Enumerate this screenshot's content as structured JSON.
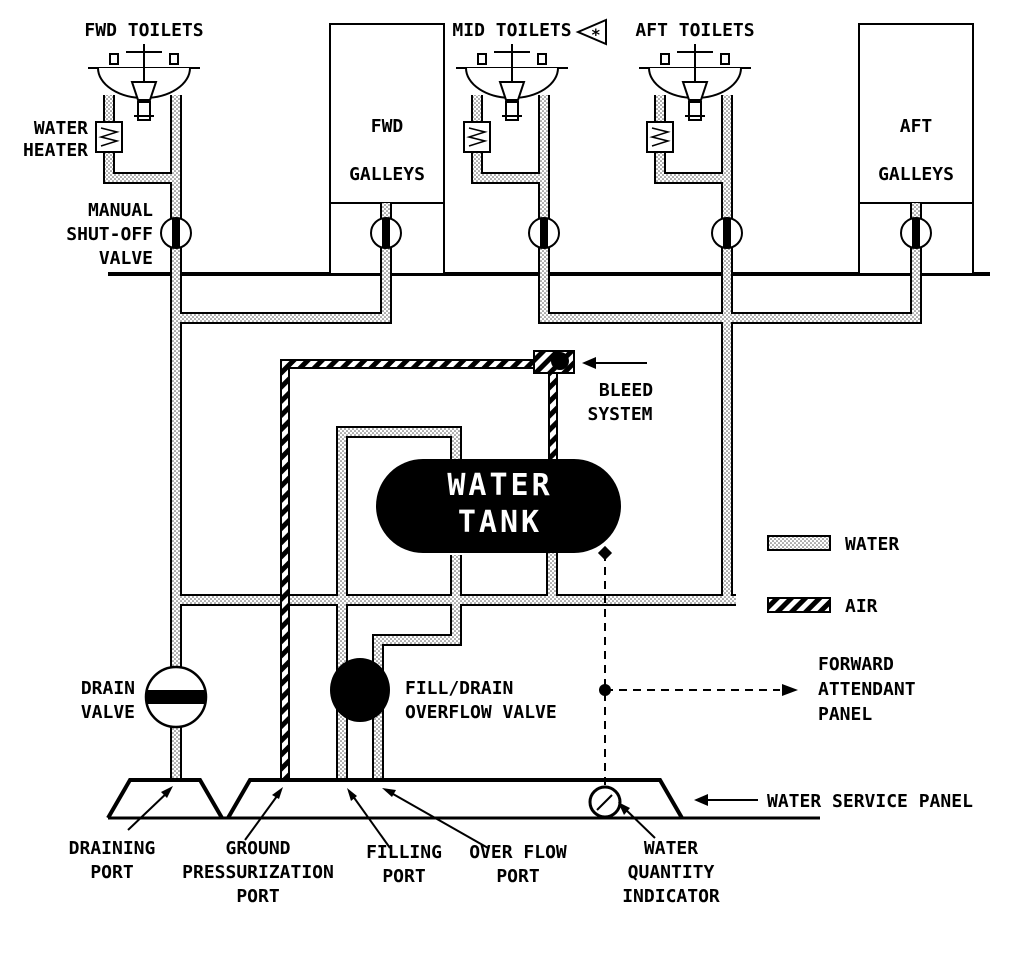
{
  "colors": {
    "line": "#000000",
    "background": "#ffffff",
    "water_fill": "#dcdcdc"
  },
  "labels": {
    "fwd_toilets": "FWD TOILETS",
    "mid_toilets": "MID TOILETS",
    "mid_toilets_note": "*",
    "aft_toilets": "AFT TOILETS",
    "fwd_galleys": [
      "FWD",
      "GALLEYS"
    ],
    "aft_galleys": [
      "AFT",
      "GALLEYS"
    ],
    "water_heater": [
      "WATER",
      "HEATER"
    ],
    "manual_shutoff": [
      "MANUAL",
      "SHUT-OFF",
      "VALVE"
    ],
    "bleed_system": [
      "BLEED",
      "SYSTEM"
    ],
    "water_tank": [
      "WATER",
      "TANK"
    ],
    "drain_valve": [
      "DRAIN",
      "VALVE"
    ],
    "fill_drain_valve": [
      "FILL/DRAIN",
      "OVERFLOW VALVE"
    ],
    "forward_attendant": [
      "FORWARD",
      "ATTENDANT",
      "PANEL"
    ],
    "water_service_panel": "WATER SERVICE PANEL",
    "draining_port": [
      "DRAINING",
      "PORT"
    ],
    "ground_pressurization": [
      "GROUND",
      "PRESSURIZATION",
      "PORT"
    ],
    "filling_port": [
      "FILLING",
      "PORT"
    ],
    "overflow_port": [
      "OVER FLOW",
      "PORT"
    ],
    "water_quantity": [
      "WATER",
      "QUANTITY",
      "INDICATOR"
    ]
  },
  "legend": {
    "water": "WATER",
    "air": "AIR"
  }
}
